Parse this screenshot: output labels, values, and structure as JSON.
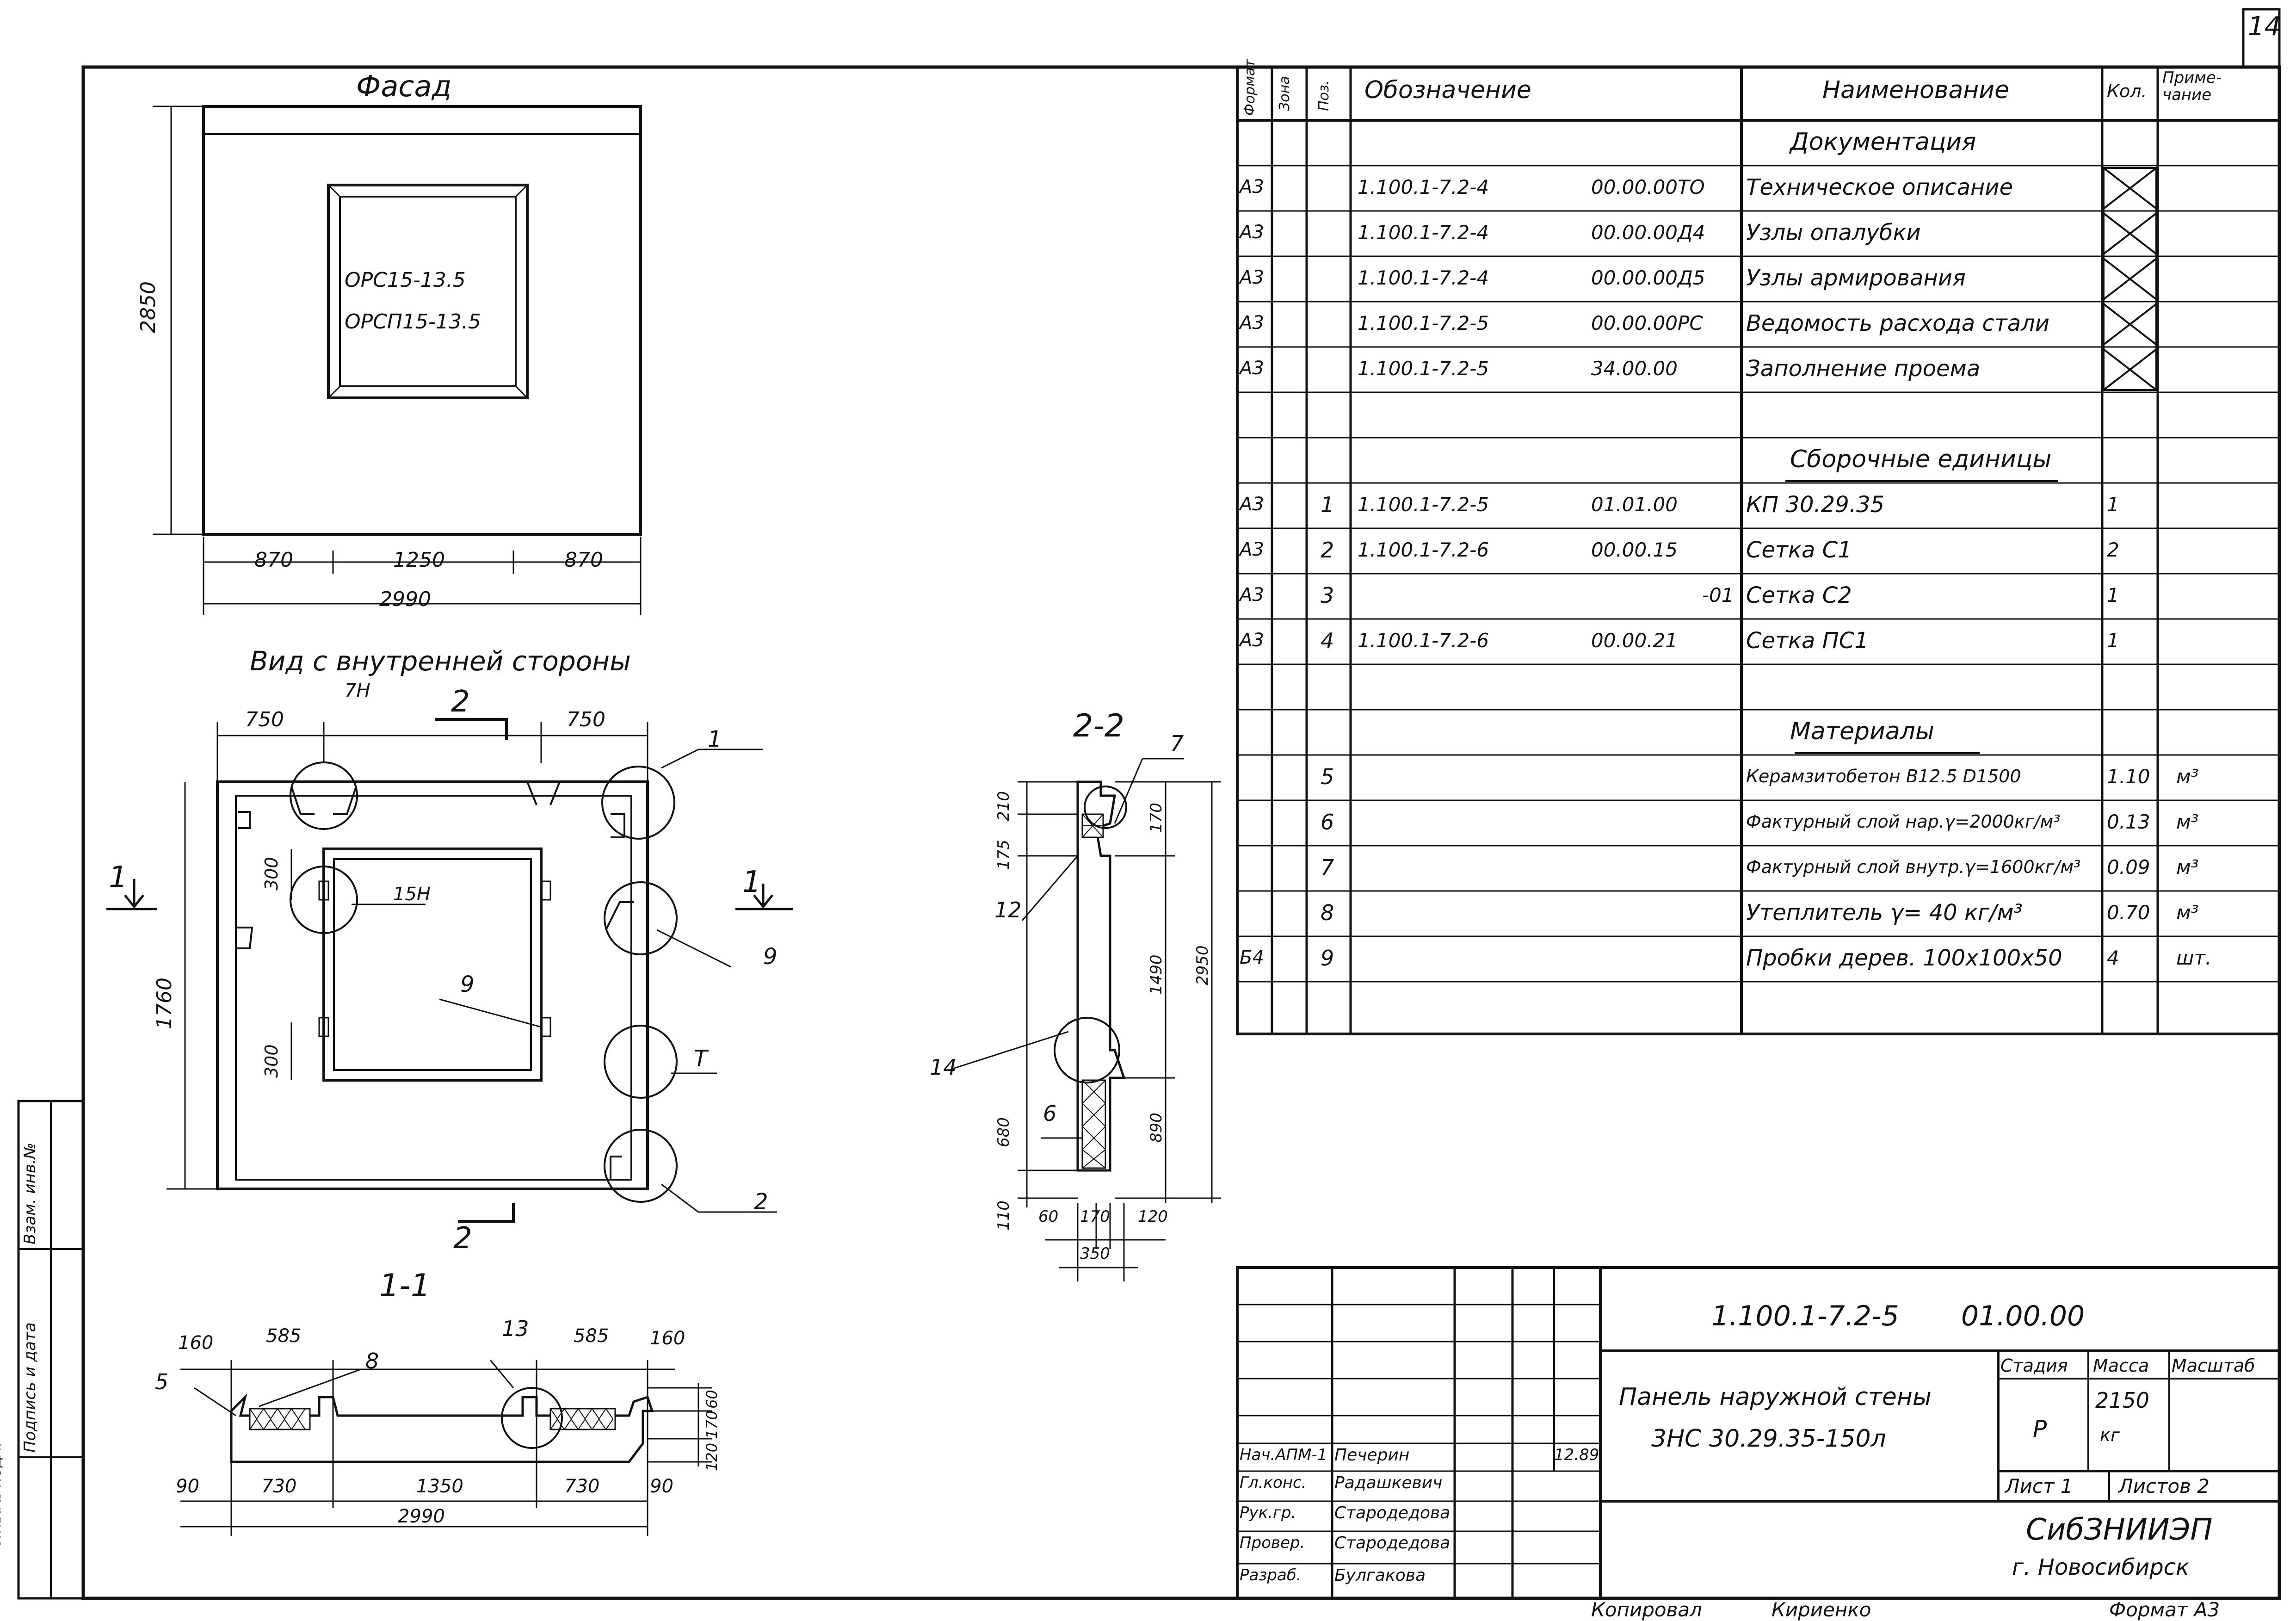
{
  "sheet_number": "14",
  "facade": {
    "title": "Фасад",
    "window_marks": [
      "ОРС15-13.5",
      "ОРСП15-13.5"
    ],
    "height_dim": "2850",
    "dims_bottom": [
      "870",
      "1250",
      "870"
    ],
    "overall_width": "2990"
  },
  "inner_view": {
    "title": "Вид с внутренней стороны",
    "dim_left_top": "750",
    "dim_right_top": "750",
    "node_label": "7Н",
    "window_node": "15Н",
    "section_mark": "2",
    "section_mark_bottom": "2",
    "left_arrow": "1",
    "right_arrow": "1",
    "height_dim": "1760",
    "dim_300_top": "300",
    "dim_300_bottom": "300",
    "pos_callouts": [
      "1",
      "9",
      "9",
      "Т",
      "2"
    ]
  },
  "section_1_1": {
    "title": "1-1",
    "dims_top": [
      "160",
      "585",
      "585",
      "160"
    ],
    "dims_bottom": [
      "90",
      "730",
      "1350",
      "730",
      "90"
    ],
    "right_dims": [
      "60",
      "170",
      "120"
    ],
    "overall": "2990",
    "callouts": [
      "5",
      "8",
      "13"
    ]
  },
  "section_2_2": {
    "title": "2-2",
    "callouts": [
      "7",
      "12",
      "14",
      "6"
    ],
    "left_dims": [
      "210",
      "175",
      "680",
      "110"
    ],
    "right_dims": [
      "170",
      "1490",
      "2950",
      "890"
    ],
    "bottom_dims": [
      "60",
      "170",
      "120"
    ],
    "overall": "350"
  },
  "spec_table": {
    "headers": {
      "format": "Формат",
      "zone": "Зона",
      "pos": "Поз.",
      "designation": "Обозначение",
      "name": "Наименование",
      "qty": "Кол.",
      "note": "Приме-\nчание"
    },
    "rows": [
      {
        "kind": "section",
        "name": "Документация"
      },
      {
        "format": "А3",
        "pos": "",
        "code": "1.100.1-7.2-4",
        "suffix": "00.00.00ТО",
        "name": "Техническое описание",
        "qty": "X",
        "note": ""
      },
      {
        "format": "А3",
        "pos": "",
        "code": "1.100.1-7.2-4",
        "suffix": "00.00.00Д4",
        "name": "Узлы опалубки",
        "qty": "X",
        "note": ""
      },
      {
        "format": "А3",
        "pos": "",
        "code": "1.100.1-7.2-4",
        "suffix": "00.00.00Д5",
        "name": "Узлы армирования",
        "qty": "X",
        "note": ""
      },
      {
        "format": "А3",
        "pos": "",
        "code": "1.100.1-7.2-5",
        "suffix": "00.00.00РС",
        "name": "Ведомость расхода стали",
        "qty": "X",
        "note": ""
      },
      {
        "format": "А3",
        "pos": "",
        "code": "1.100.1-7.2-5",
        "suffix": "34.00.00",
        "name": "Заполнение проема",
        "qty": "X",
        "note": ""
      },
      {
        "kind": "blank"
      },
      {
        "kind": "section",
        "name": "Сборочные единицы"
      },
      {
        "format": "А3",
        "pos": "1",
        "code": "1.100.1-7.2-5",
        "suffix": "01.01.00",
        "name": "КП 30.29.35",
        "qty": "1",
        "note": ""
      },
      {
        "format": "А3",
        "pos": "2",
        "code": "1.100.1-7.2-6",
        "suffix": "00.00.15",
        "name": "Сетка С1",
        "qty": "2",
        "note": ""
      },
      {
        "format": "А3",
        "pos": "3",
        "code": "",
        "suffix": "-01",
        "name": "Сетка С2",
        "qty": "1",
        "note": ""
      },
      {
        "format": "А3",
        "pos": "4",
        "code": "1.100.1-7.2-6",
        "suffix": "00.00.21",
        "name": "Сетка ПС1",
        "qty": "1",
        "note": ""
      },
      {
        "kind": "blank"
      },
      {
        "kind": "section",
        "name": "Материалы"
      },
      {
        "format": "",
        "pos": "5",
        "code": "",
        "suffix": "",
        "name": "Керамзитобетон В12.5 D1500",
        "qty": "1.10",
        "note": "м³"
      },
      {
        "format": "",
        "pos": "6",
        "code": "",
        "suffix": "",
        "name": "Фактурный слой нар.γ=2000кг/м³",
        "qty": "0.13",
        "note": "м³"
      },
      {
        "format": "",
        "pos": "7",
        "code": "",
        "suffix": "",
        "name": "Фактурный слой внутр.γ=1600кг/м³",
        "qty": "0.09",
        "note": "м³"
      },
      {
        "format": "",
        "pos": "8",
        "code": "",
        "suffix": "",
        "name": "Утеплитель γ= 40 кг/м³",
        "qty": "0.70",
        "note": "м³"
      },
      {
        "format": "Б4",
        "pos": "9",
        "code": "",
        "suffix": "",
        "name": "Пробки дерев. 100x100x50",
        "qty": "4",
        "note": "шт."
      },
      {
        "kind": "blank"
      }
    ]
  },
  "title_block": {
    "doc_code": "1.100.1-7.2-5",
    "doc_suffix": "01.00.00",
    "description_line1": "Панель наружной стены",
    "description_line2": "3НС 30.29.35-150л",
    "stage_label": "Стадия",
    "mass_label": "Масса",
    "scale_label": "Масштаб",
    "stage": "Р",
    "mass": "2150",
    "mass_unit": "кг",
    "sheet_label": "Лист 1",
    "sheets_label": "Листов 2",
    "org": "СибЗНИИЭП",
    "city": "г. Новосибирск",
    "date": "12.89",
    "signers": [
      {
        "role": "Нач.АПМ-1",
        "name": "Печерин"
      },
      {
        "role": "Гл.конс.",
        "name": "Радашкевич"
      },
      {
        "role": "Рук.гр.",
        "name": "Стародедова"
      },
      {
        "role": "Провер.",
        "name": "Стародедова"
      },
      {
        "role": "Разраб.",
        "name": "Булгакова"
      }
    ]
  },
  "side_stamp": {
    "inv_no": "Инв.№ подл.",
    "sign_date": "Подпись и дата",
    "replace_inv": "Взам. инв.№"
  },
  "footer": {
    "copied_label": "Копировал",
    "copied_by": "Кириенко",
    "format_label": "Формат А3"
  }
}
